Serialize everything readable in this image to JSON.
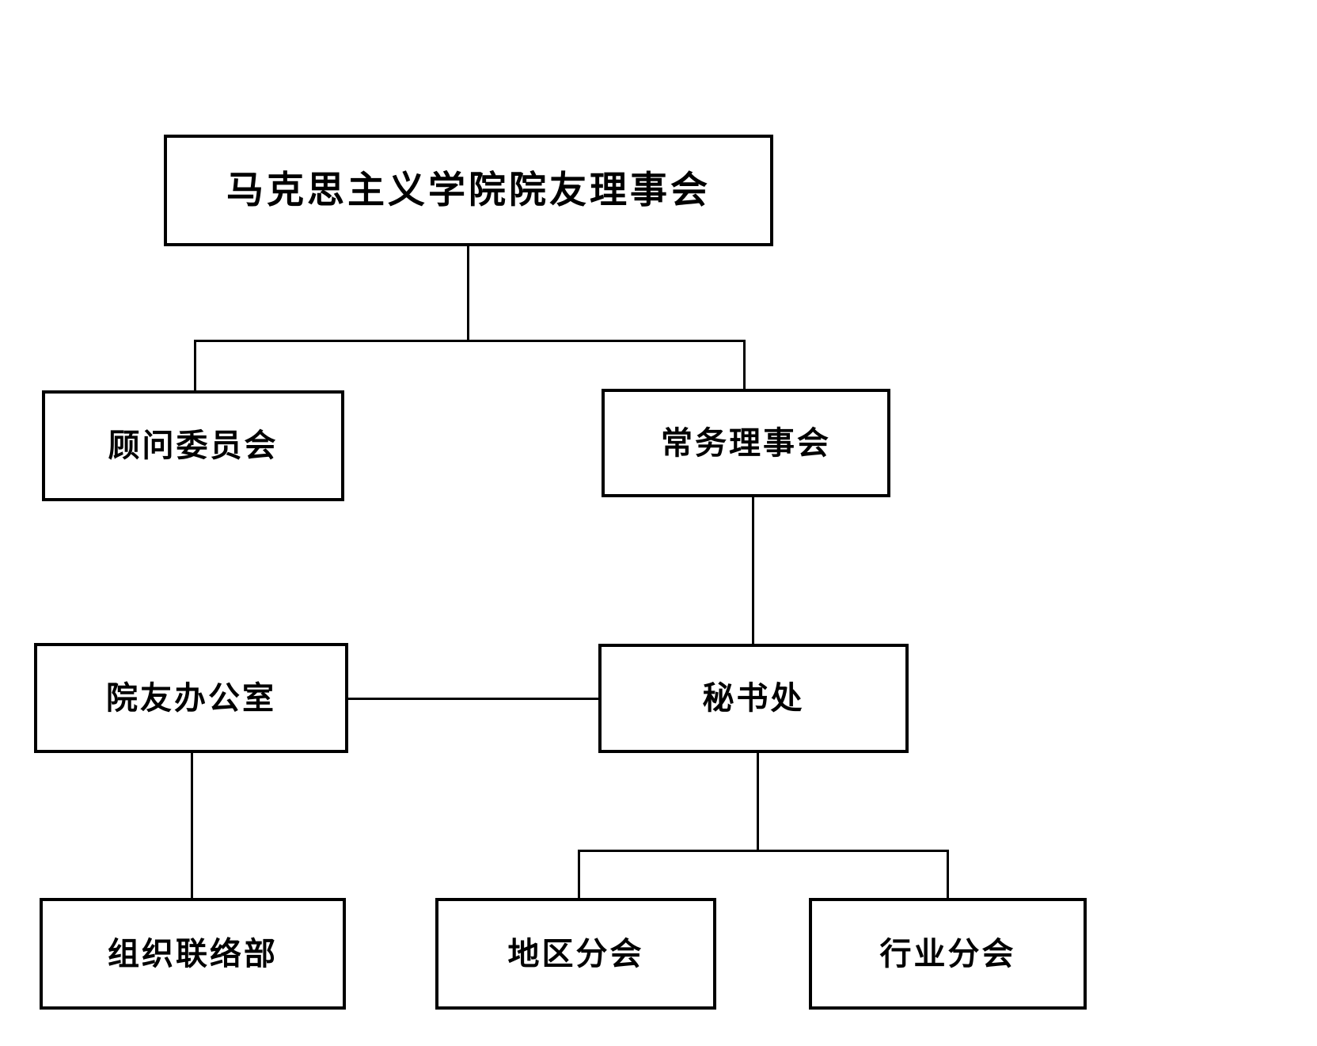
{
  "diagram": {
    "type": "org-chart",
    "background_color": "#ffffff",
    "box_fill_color": "#ffffff",
    "box_border_color": "#000000",
    "line_color": "#000000",
    "text_color": "#000000",
    "nodes": [
      {
        "id": "council",
        "label": "马克思主义学院院友理事会",
        "level": 0
      },
      {
        "id": "advisory",
        "label": "顾问委员会",
        "level": 1
      },
      {
        "id": "standing",
        "label": "常务理事会",
        "level": 1
      },
      {
        "id": "alumni-office",
        "label": "院友办公室",
        "level": 2
      },
      {
        "id": "secretariat",
        "label": "秘书处",
        "level": 2
      },
      {
        "id": "org-liaison",
        "label": "组织联络部",
        "level": 3
      },
      {
        "id": "regional",
        "label": "地区分会",
        "level": 3
      },
      {
        "id": "industry",
        "label": "行业分会",
        "level": 3
      }
    ],
    "edges": [
      {
        "from": "council",
        "to": "advisory"
      },
      {
        "from": "council",
        "to": "standing"
      },
      {
        "from": "standing",
        "to": "secretariat"
      },
      {
        "from": "alumni-office",
        "to": "secretariat",
        "style": "lateral"
      },
      {
        "from": "alumni-office",
        "to": "org-liaison"
      },
      {
        "from": "secretariat",
        "to": "regional"
      },
      {
        "from": "secretariat",
        "to": "industry"
      }
    ]
  }
}
